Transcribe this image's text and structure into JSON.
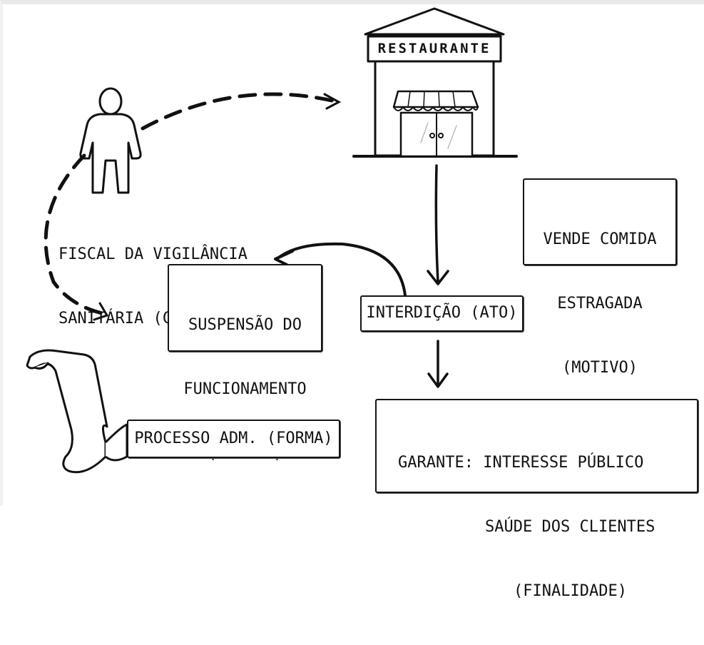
{
  "restaurant": {
    "sign": "RESTAURANTE"
  },
  "fiscal": {
    "line1": "FISCAL DA VIGILÂNCIA",
    "line2": "SANITÁRIA (COMPETÊNCIA)"
  },
  "motivo": {
    "line1": "VENDE COMIDA",
    "line2": "ESTRAGADA",
    "line3": "(MOTIVO)"
  },
  "objeto": {
    "line1": "SUSPENSÃO DO",
    "line2": "FUNCIONAMENTO",
    "line3": "(OBJETO)"
  },
  "ato": {
    "label": "INTERDIÇÃO (ATO)"
  },
  "forma": {
    "label": "PROCESSO ADM. (FORMA)"
  },
  "finalidade": {
    "line1": "GARANTE: INTERESSE PÚBLICO",
    "line2": "SAÚDE DOS CLIENTES",
    "line3": "(FINALIDADE)"
  }
}
